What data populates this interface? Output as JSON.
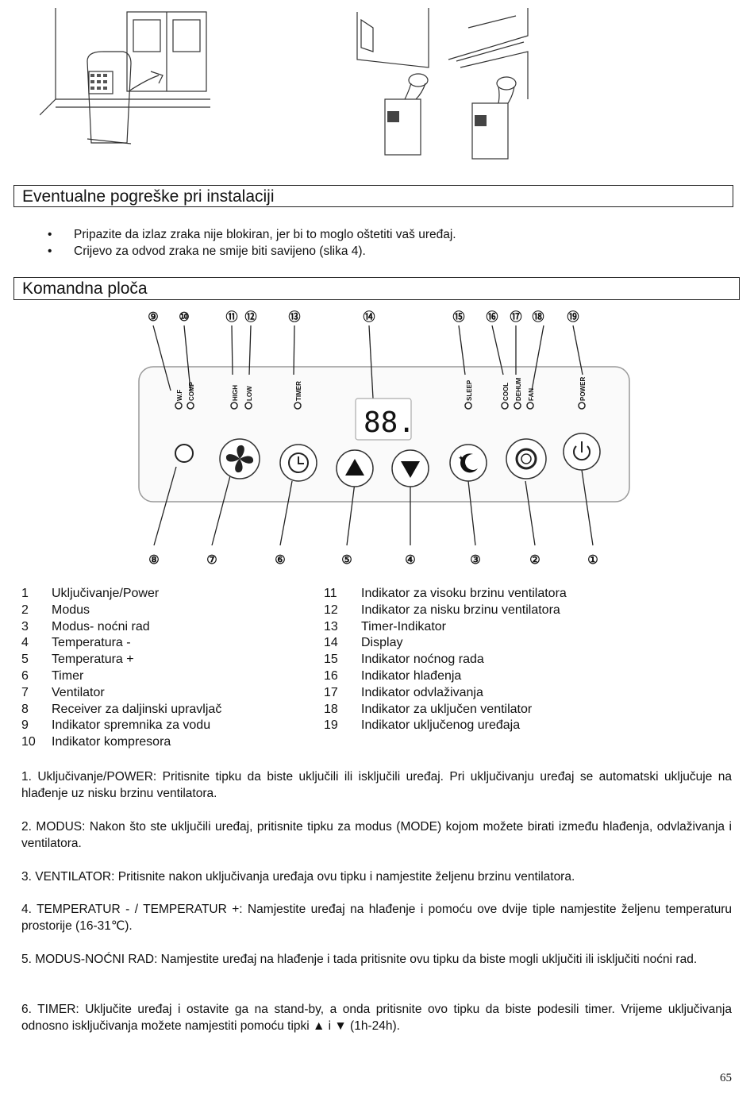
{
  "section_installation": {
    "title": "Eventualne pogreške pri instalaciji",
    "bullets": [
      "Pripazite da izlaz zraka nije blokiran, jer bi to moglo oštetiti vaš uređaj.",
      "Crijevo za odvod zraka ne smije biti savijeno (slika 4)."
    ]
  },
  "section_panel": {
    "title": "Komandna ploča"
  },
  "panel": {
    "top_callouts": [
      "⑨",
      "⑩",
      "⑪",
      "⑫",
      "⑬",
      "⑭",
      "⑮",
      "⑯",
      "⑰",
      "⑱",
      "⑲"
    ],
    "bottom_callouts": [
      "⑧",
      "⑦",
      "⑥",
      "⑤",
      "④",
      "③",
      "②",
      "①"
    ],
    "indicator_labels": {
      "wf": "W.F",
      "comp": "COMP",
      "high": "HIGH",
      "low": "LOW",
      "timer": "TIMER",
      "sleep": "SLEEP",
      "cool": "COOL",
      "dehum": "DEHUM",
      "fan": "FAN",
      "power": "POWER"
    },
    "display_text": "88."
  },
  "legend_left": [
    {
      "num": "1",
      "text": "Uključivanje/Power"
    },
    {
      "num": "2",
      "text": "Modus"
    },
    {
      "num": "3",
      "text": "Modus- noćni rad"
    },
    {
      "num": "4",
      "text": "Temperatura -"
    },
    {
      "num": "5",
      "text": "Temperatura +"
    },
    {
      "num": "6",
      "text": "Timer"
    },
    {
      "num": "7",
      "text": "Ventilator"
    },
    {
      "num": "8",
      "text": "Receiver za daljinski upravljač"
    },
    {
      "num": "9",
      "text": "Indikator spremnika za vodu"
    },
    {
      "num": "10",
      "text": "Indikator kompresora"
    }
  ],
  "legend_right": [
    {
      "num": "11",
      "text": "Indikator za visoku brzinu ventilatora"
    },
    {
      "num": "12",
      "text": "Indikator za nisku brzinu ventilatora"
    },
    {
      "num": "13",
      "text": "Timer-Indikator"
    },
    {
      "num": "14",
      "text": "Display"
    },
    {
      "num": "15",
      "text": "Indikator noćnog rada"
    },
    {
      "num": "16",
      "text": "Indikator hlađenja"
    },
    {
      "num": "17",
      "text": "Indikator odvlaživanja"
    },
    {
      "num": "18",
      "text": "Indikator za uključen ventilator"
    },
    {
      "num": "19",
      "text": "Indikator uključenog uređaja"
    }
  ],
  "paragraphs": [
    "1. Uključivanje/POWER: Pritisnite tipku da biste uključili ili isključili uređaj. Pri uključivanju uređaj se automatski uključuje na hlađenje uz nisku brzinu ventilatora.",
    "2. MODUS: Nakon što ste uključili uređaj, pritisnite tipku za modus (MODE) kojom možete birati između hlađenja, odvlaživanja i ventilatora.",
    "3. VENTILATOR: Pritisnite nakon uključivanja uređaja ovu tipku i namjestite željenu brzinu ventilatora.",
    "4. TEMPERATUR - / TEMPERATUR +: Namjestite uređaj na hlađenje i pomoću ove dvije tiple namjestite željenu temperaturu prostorije (16-31℃).",
    "5. MODUS-NOĆNI RAD: Namjestite uređaj na hlađenje i tada pritisnite ovu tipku da biste mogli uključiti ili isključiti noćni rad.",
    "6. TIMER: Uključite uređaj i ostavite ga na stand-by, a onda pritisnite ovo tipku da biste podesili timer. Vrijeme uključivanja odnosno isključivanja možete namjestiti pomoću tipki ▲ i ▼ (1h-24h)."
  ],
  "page_number": "65"
}
